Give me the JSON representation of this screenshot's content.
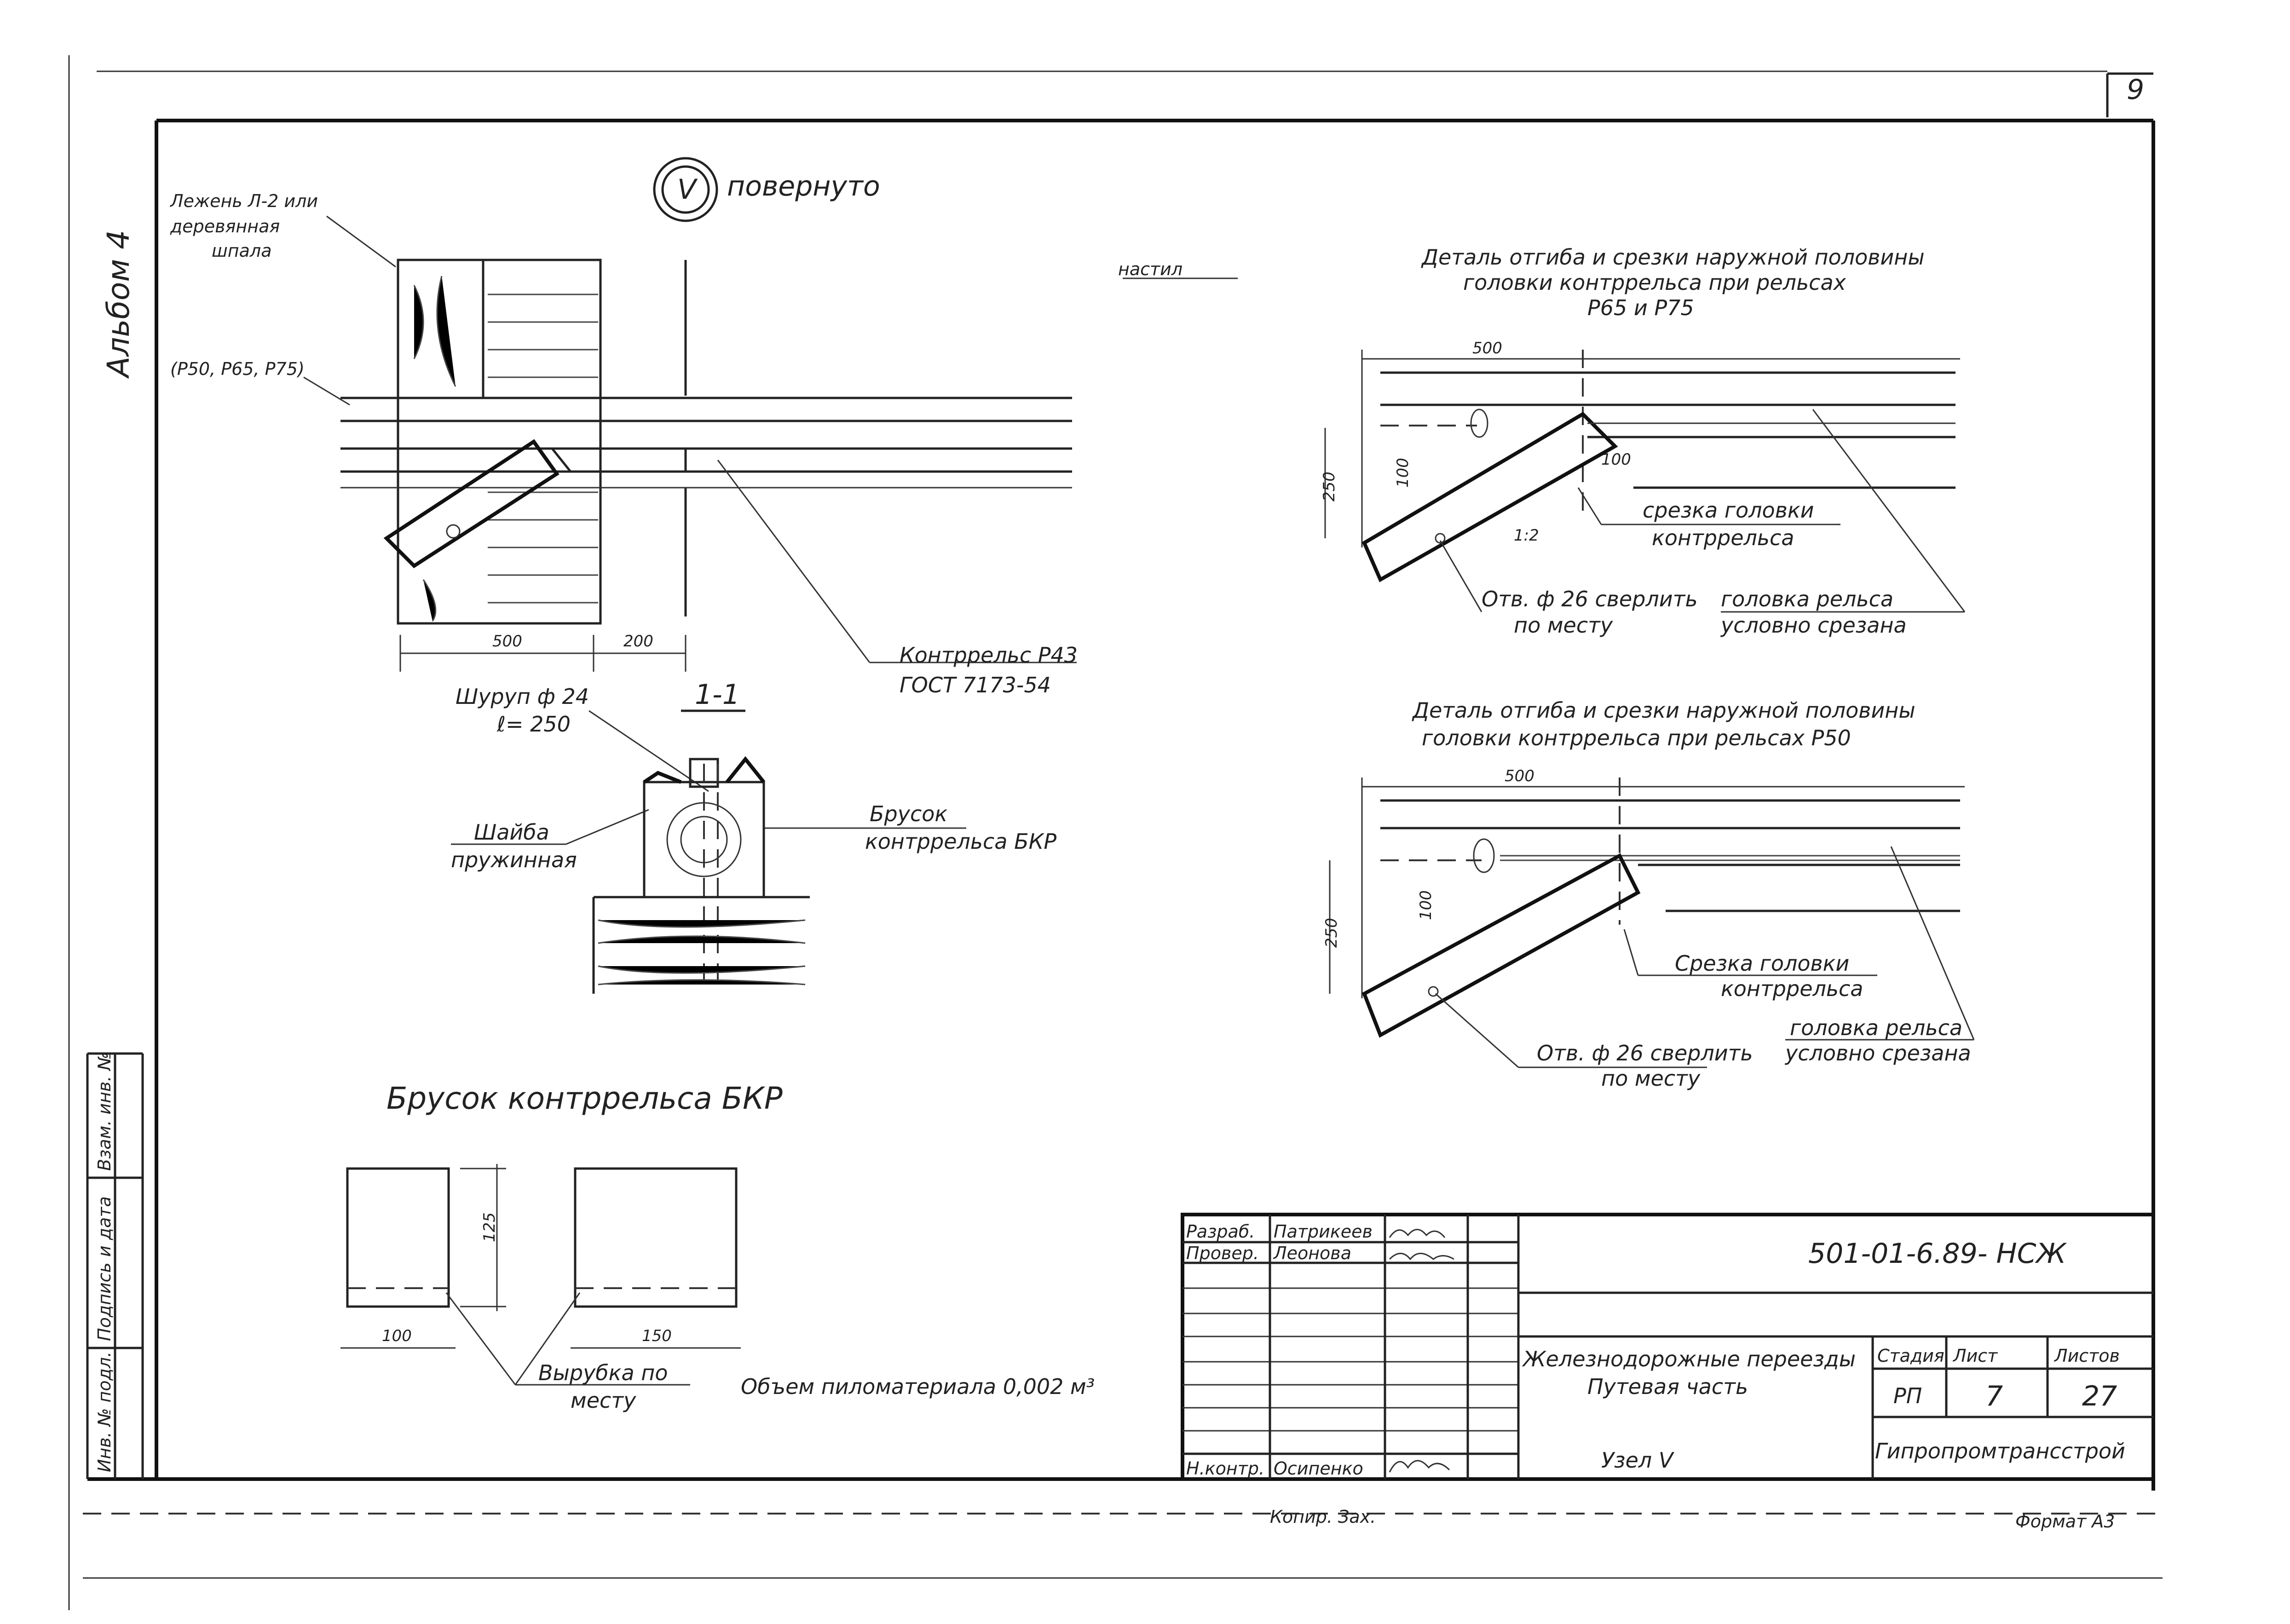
{
  "page_number": "9",
  "album_label": "Альбом 4",
  "frame": {
    "stamp_left": "Копир. Зах.",
    "stamp_right": "Формат А3"
  },
  "side_strip": [
    "Взам. инв. №",
    "Подпись и дата",
    "Инв. № подл."
  ],
  "view_v": {
    "marker": "V",
    "title": "повернуто",
    "sleeper_label": [
      "Лежень Л-2 или",
      "деревянная",
      "шпала"
    ],
    "rail_types": "(Р50, Р65, Р75)",
    "deck_label": "настил",
    "dims": [
      "500",
      "200"
    ],
    "guard_rail": [
      "Контррельс Р43",
      "ГОСТ 7173-54"
    ]
  },
  "section_1_1": {
    "label": "1-1",
    "screw": [
      "Шуруп ф 24",
      "ℓ= 250"
    ],
    "washer": [
      "Шайба",
      "пружинная"
    ],
    "block": [
      "Брусок",
      "контррельса БКР"
    ]
  },
  "bkr": {
    "title": "Брусок контррельса БКР",
    "dims": [
      "125",
      "100",
      "150"
    ],
    "cutout": [
      "Вырубка по",
      "месту"
    ],
    "volume": "Объем пиломатериала 0,002 м³"
  },
  "detail1": {
    "title": [
      "Деталь отгиба и срезки наружной половины",
      "головки контррельса при рельсах",
      "Р65 и Р75"
    ],
    "dims": [
      "500",
      "250",
      "100",
      "100"
    ],
    "slope": "1:2",
    "cut": [
      "срезка головки",
      "контррельса"
    ],
    "hole": [
      "Отв. ф 26 сверлить",
      "по месту"
    ],
    "railhead": [
      "головка рельса",
      "условно срезана"
    ]
  },
  "detail2": {
    "title": [
      "Деталь отгиба и срезки наружной половины",
      "головки контррельса при рельсах Р50"
    ],
    "dims": [
      "500",
      "250",
      "100"
    ],
    "cut": [
      "Срезка головки",
      "контррельса"
    ],
    "hole": [
      "Отв. ф 26 сверлить",
      "по месту"
    ],
    "railhead": [
      "головка рельса",
      "условно срезана"
    ]
  },
  "title_block": {
    "roles": [
      "Разраб.",
      "Провер.",
      "Н.контр."
    ],
    "names": [
      "Патрикеев",
      "Леонова",
      "Осипенко"
    ],
    "code": "501-01-6.89- НСЖ",
    "project": "Железнодорожные переезды",
    "part": "Путевая часть",
    "content": "Узел V",
    "stage": {
      "header": "Стадия",
      "value": "РП"
    },
    "sheet": {
      "header": "Лист",
      "value": "7"
    },
    "sheets": {
      "header": "Листов",
      "value": "27"
    },
    "organization": "Гипропромтрансстрой"
  }
}
